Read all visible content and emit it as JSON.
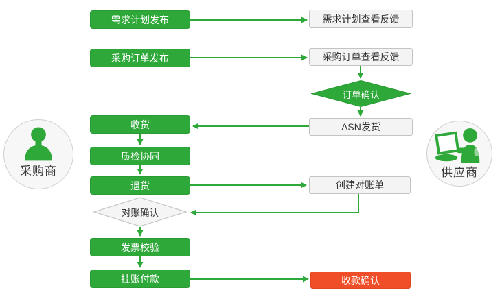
{
  "roles": {
    "buyer": {
      "label": "采购商"
    },
    "supplier": {
      "label": "供应商"
    }
  },
  "buyer_nodes": {
    "demand_plan_publish": "需求计划发布",
    "po_publish": "采购订单发布",
    "receive_goods": "收货",
    "quality_collab": "质检协同",
    "return_goods": "退货",
    "reconcile_confirm": "对账确认",
    "invoice_check": "发票校验",
    "payment_on_account": "挂账付款"
  },
  "supplier_nodes": {
    "demand_plan_feedback": "需求计划查看反馈",
    "po_feedback": "采购订单查看反馈",
    "order_confirm": "订单确认",
    "asn_ship": "ASN发货",
    "create_statement": "创建对账单",
    "receipt_confirm": "收款确认"
  },
  "colors": {
    "process_green": "#2fa83a",
    "highlight_red": "#f04e28",
    "neutral_fill": "#f4f4f4",
    "neutral_border": "#c3c3c3",
    "text_dark": "#333333"
  }
}
